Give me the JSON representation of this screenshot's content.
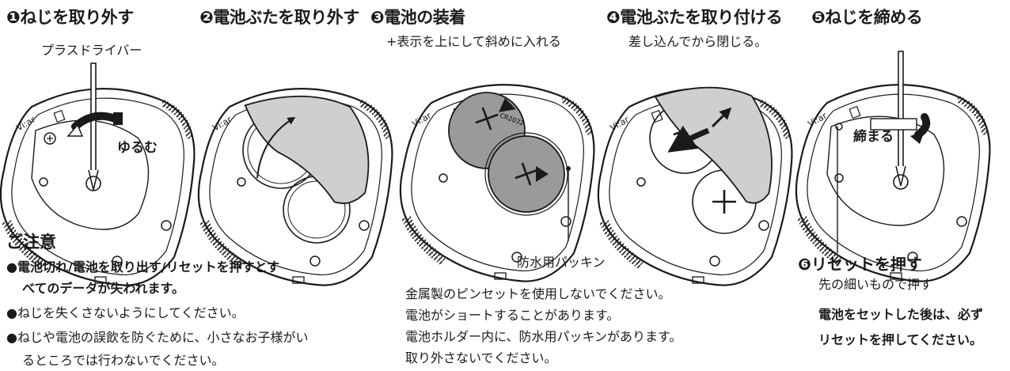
{
  "steps": [
    {
      "title": "❶ねじを取り外す",
      "note": "プラスドライバー",
      "callout": "ゆるむ"
    },
    {
      "title": "❷電池ぶたを取り外す"
    },
    {
      "title": "❸電池の装着",
      "note": "+表示を上にして斜めに入れる",
      "callout": "防水用パッキン",
      "warnings": [
        "金属製のピンセットを使用しないでください。",
        "電池がショートすることがあります。",
        "電池ホルダー内に、防水用パッキンがあります。",
        "取り外さないでください。"
      ]
    },
    {
      "title": "❹電池ぶたを取り付ける",
      "note": "差し込んでから閉じる。"
    },
    {
      "title": "❺ねじを締める",
      "callout": "締まる"
    }
  ],
  "step6": {
    "title": "❻リセットを押す",
    "note": "先の細いもので押す",
    "lines": [
      "電池をセットした後は、必ず",
      "リセットを押してください。"
    ]
  },
  "caution": {
    "title": "ご注意",
    "items": [
      {
        "lines": [
          "●電池切れ/電池を取り出す/リセットを押すとす",
          "べてのデータが失われます。"
        ]
      },
      {
        "lines": [
          "●ねじを失くさないようにしてください。"
        ]
      },
      {
        "lines": [
          "●ねじや電池の誤飲を防ぐために、小さなお子様がい",
          "るところでは行わないでください。"
        ]
      }
    ]
  },
  "device_label": "Vi:ar",
  "battery_label": "CR2032",
  "colors": {
    "ink": "#1a1a1a",
    "battery": "#9a9a9a",
    "cover": "#cfcfcf"
  }
}
